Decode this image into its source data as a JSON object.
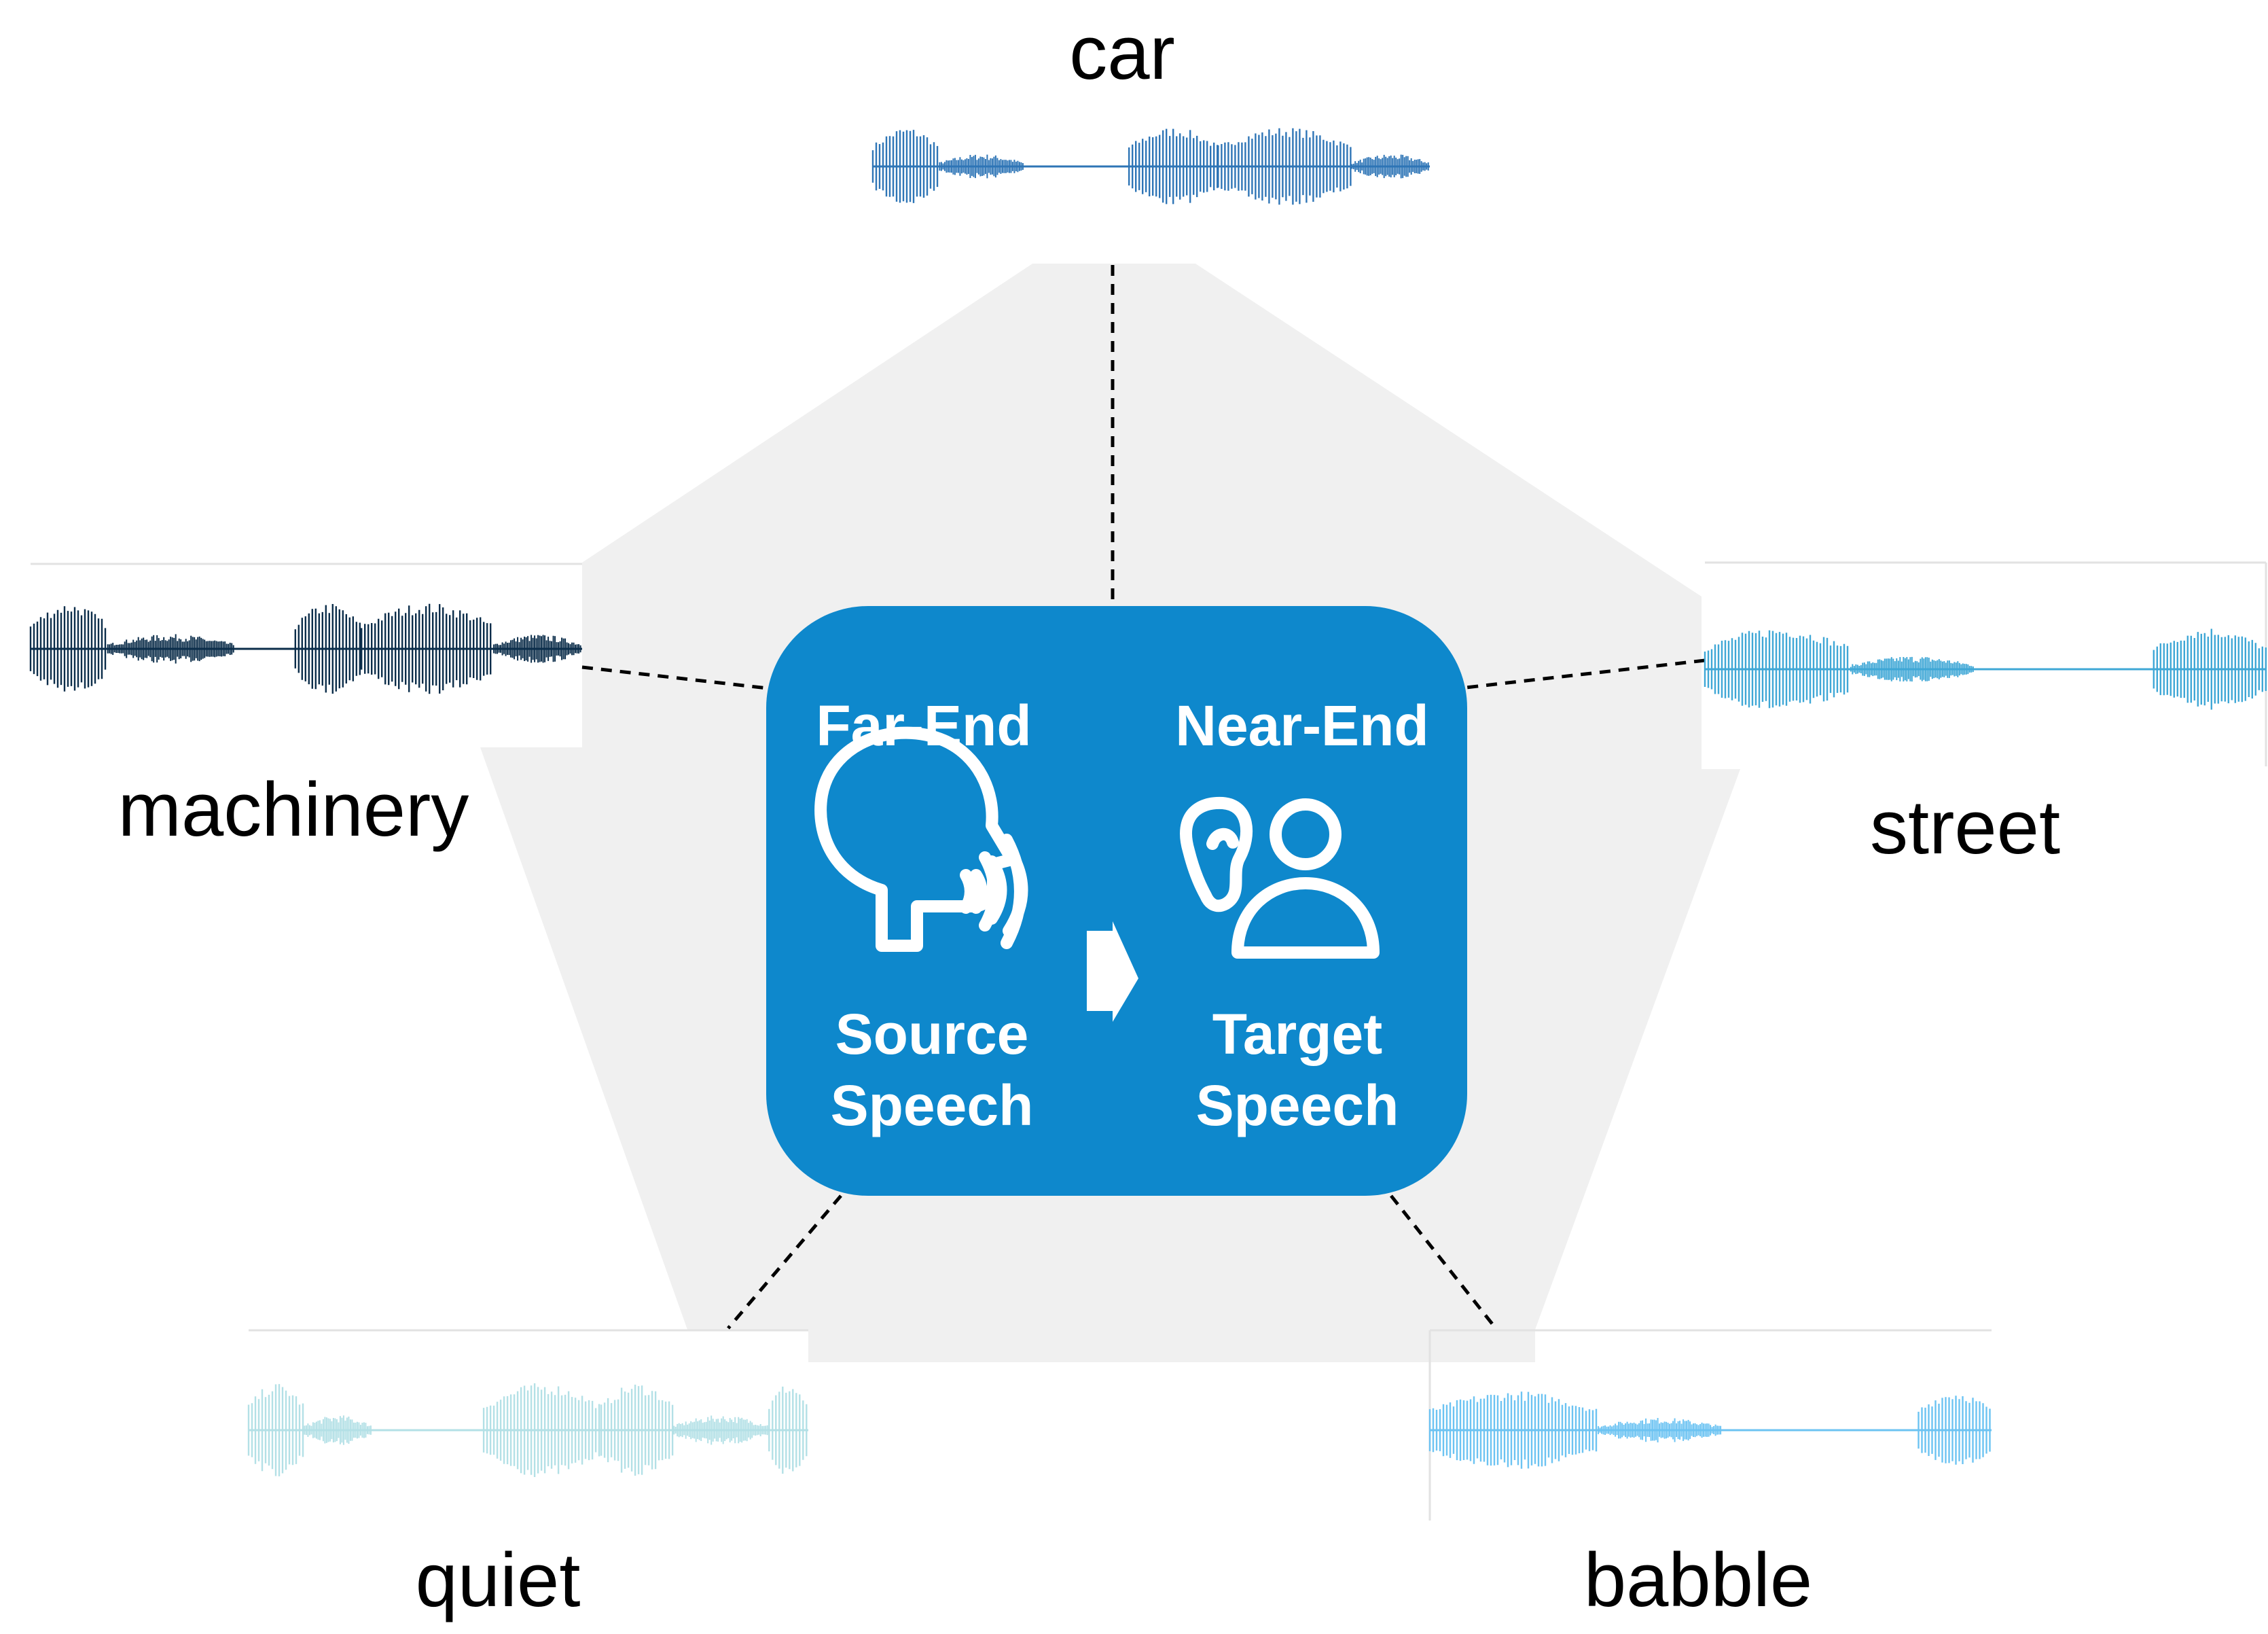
{
  "environments": [
    {
      "id": "car",
      "label": "car",
      "color": "#2E75B6"
    },
    {
      "id": "machinery",
      "label": "machinery",
      "color": "#0B2D4A"
    },
    {
      "id": "street",
      "label": "street",
      "color": "#3FA7D6"
    },
    {
      "id": "quiet",
      "label": "quiet",
      "color": "#B3E0E6"
    },
    {
      "id": "babble",
      "label": "babble",
      "color": "#6CC3F2"
    }
  ],
  "center": {
    "far_end": {
      "heading": "Far-End",
      "caption_line1": "Source",
      "caption_line2": "Speech",
      "icon": "speaking-head-icon"
    },
    "near_end": {
      "heading": "Near-End",
      "caption_line1": "Target",
      "caption_line2": "Speech",
      "icon": "listening-person-icon"
    },
    "arrow_icon": "right-arrow-icon"
  },
  "colors": {
    "box_fill": "#0E88CC",
    "pentagon_fill": "#F0F0F0",
    "text_on_box": "#FFFFFF",
    "connector": "#000000"
  }
}
